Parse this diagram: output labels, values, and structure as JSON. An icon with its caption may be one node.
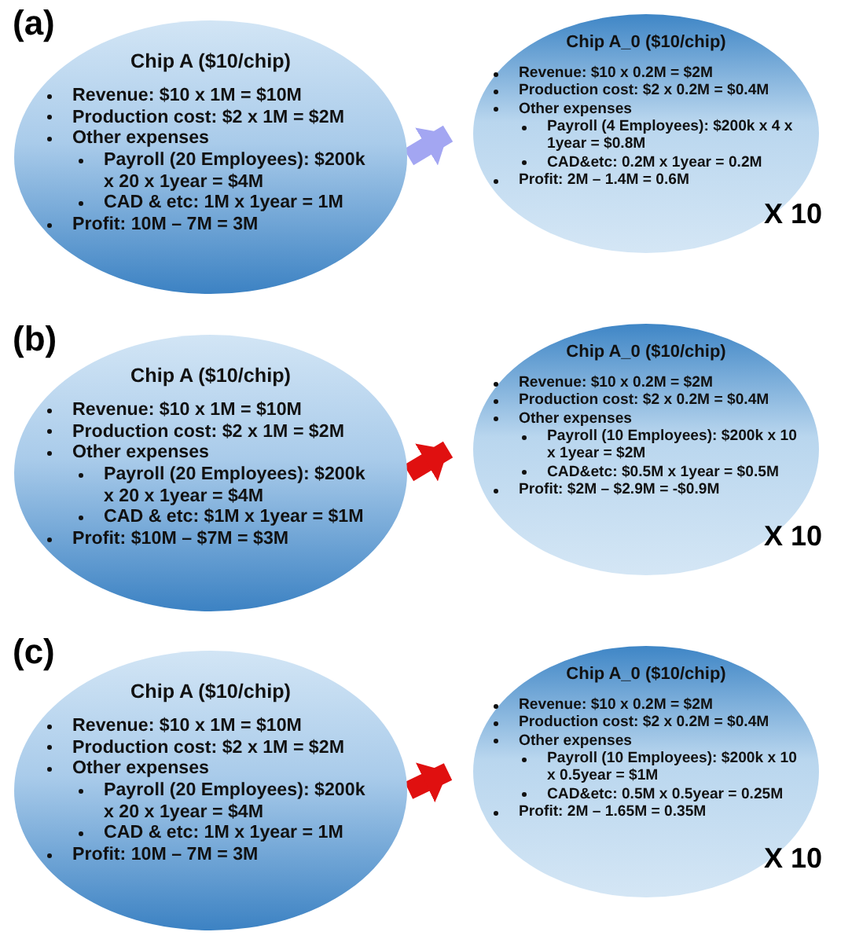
{
  "diagram": {
    "nodes": [
      {
        "text": [
          "Chip A ($10/chip)",
          "Revenue: $10 x 1M = $10M",
          "Production cost: $2 x 1M = $2M",
          "Other expenses",
          "Payroll (20 Employees): $200k x 20 x 1year = $4M",
          "CAD & etc: 1M x 1year = 1M",
          "Profit: 10M – 7M = 3M"
        ]
      },
      {
        "text": [
          "Chip A_0 ($10/chip)",
          "Revenue: $10 x 0.2M = $2M",
          "Production cost: $2 x 0.2M = $0.4M",
          "Other expenses",
          "Payroll (4 Employees): $200k x 4 x 1year = $0.8M",
          "CAD&etc: 0.2M x 1year = 0.2M",
          "Profit: 2M – 1.4M = 0.6M"
        ],
        "beside": [
          "X 10"
        ]
      },
      {
        "text": [
          "Chip A ($10/chip)",
          "Revenue: $10 x 1M = $10M",
          "Production cost: $2 x 1M = $2M",
          "Other expenses",
          "Payroll (20 Employees): $200k x 20 x 1year = $4M",
          "CAD & etc: $1M x 1year = $1M",
          "Profit: $10M – $7M = $3M"
        ]
      },
      {
        "text": [
          "Chip A_0 ($10/chip)",
          "Revenue: $10 x 0.2M = $2M",
          "Production cost: $2 x 0.2M = $0.4M",
          "Other expenses",
          "Payroll (10 Employees): $200k x 10 x 1year = $2M",
          "CAD&etc: $0.5M x 1year = $0.5M",
          "Profit: $2M – $2.9M = -$0.9M"
        ],
        "beside": [
          "X 10"
        ]
      },
      {
        "text": [
          "Chip A ($10/chip)",
          "Revenue: $10 x 1M = $10M",
          "Production cost: $2 x 1M = $2M",
          "Other expenses",
          "Payroll (20 Employees): $200k x 20 x 1year = $4M",
          "CAD & etc: 1M x 1year = 1M",
          "Profit: 10M – 7M = 3M"
        ]
      },
      {
        "text": [
          "Chip A_0 ($10/chip)",
          "Revenue: $10 x 0.2M = $2M",
          "Production cost: $2 x 0.2M = $0.4M",
          "Other expenses",
          "Payroll (10 Employees): $200k x 10 x 0.5year = $1M",
          "CAD&etc: 0.5M x 0.5year = 0.25M",
          "Profit: 2M – 1.65M = 0.35M"
        ],
        "beside": [
          "X 10"
        ]
      }
    ],
    "edges": [
      {
        "from": 0,
        "to": 1,
        "arrow": "to",
        "color": "#a3a6f2"
      },
      {
        "from": 2,
        "to": 3,
        "arrow": "to"
      },
      {
        "from": 4,
        "to": 5,
        "arrow": "to"
      }
    ],
    "labels": [
      "(a)",
      "(b)",
      "(c)"
    ]
  }
}
